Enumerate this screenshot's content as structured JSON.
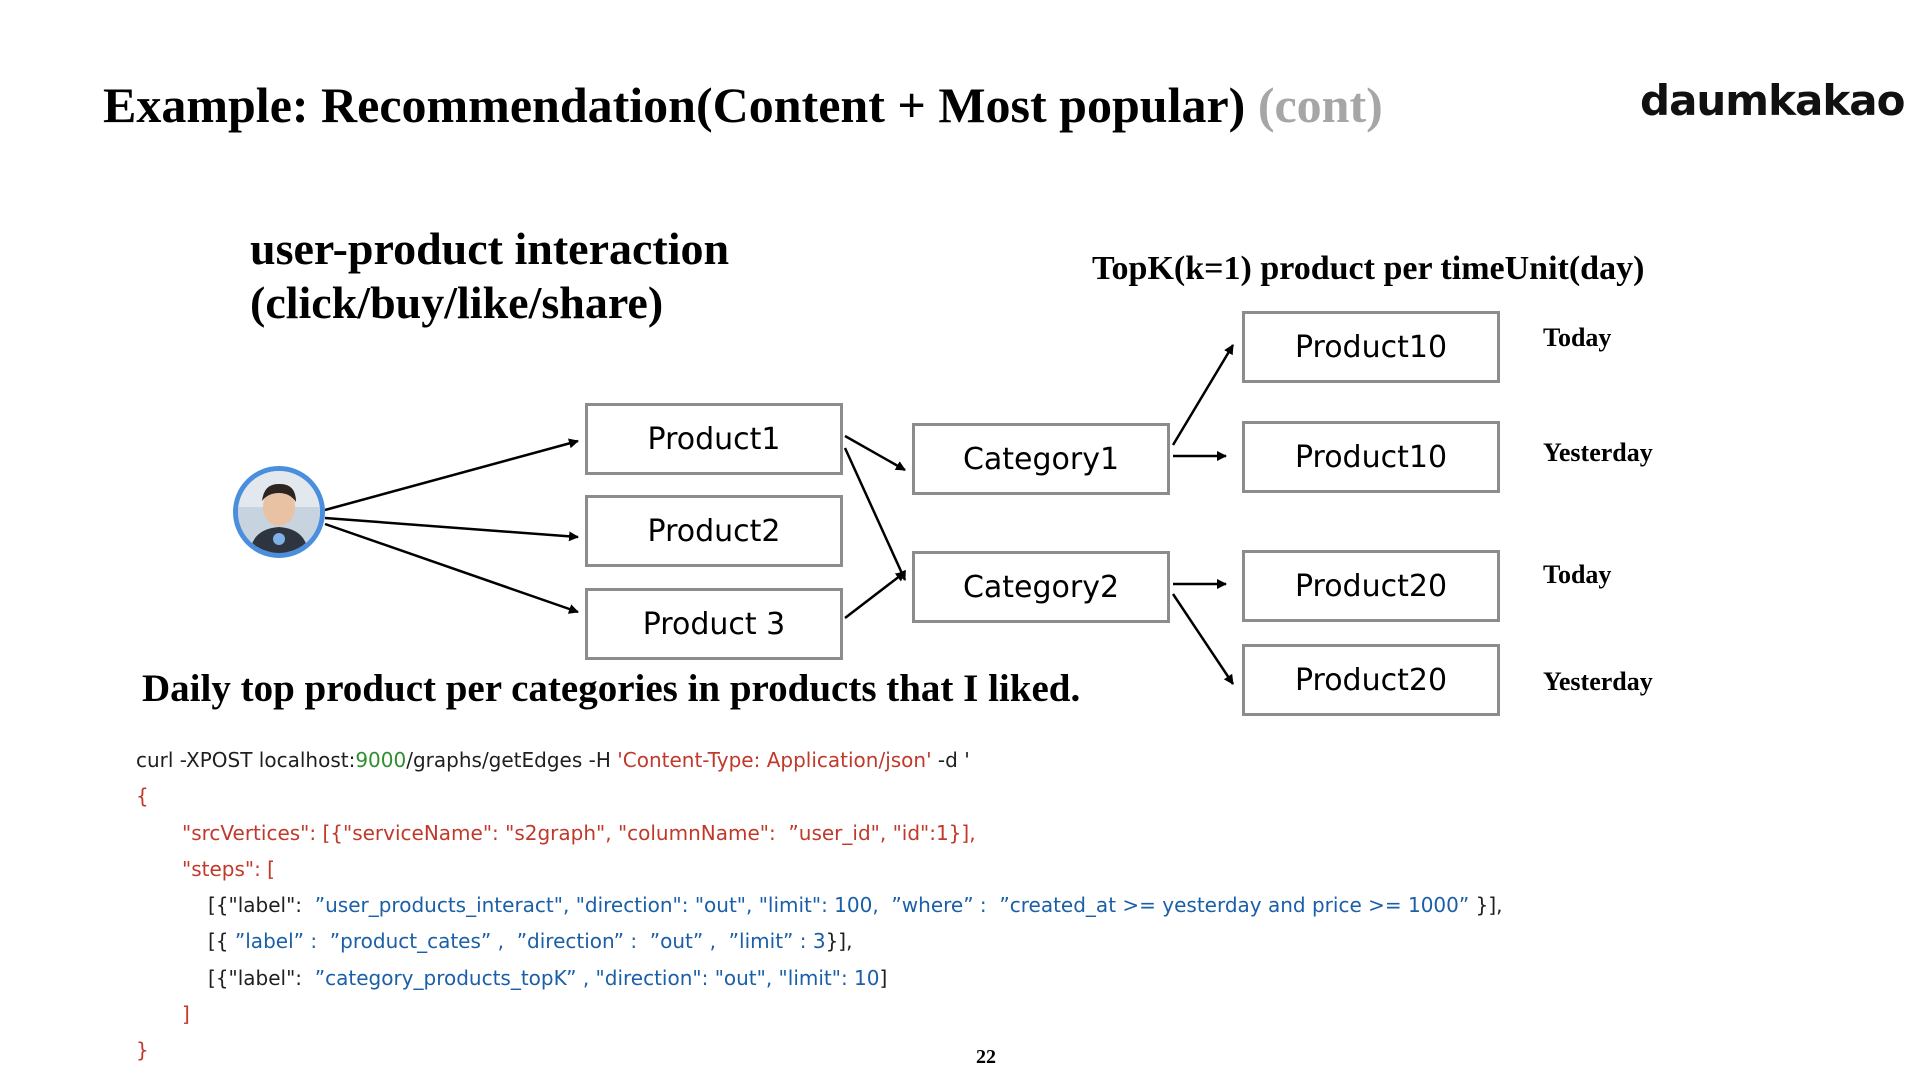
{
  "title": {
    "main": "Example: Recommendation(Content + Most popular)",
    "suffix": "(cont)"
  },
  "logo": "daumkakao",
  "headings": {
    "interaction_line1": "user-product interaction",
    "interaction_line2": "(click/buy/like/share)",
    "topk": "TopK(k=1) product per timeUnit(day)"
  },
  "diagram": {
    "products": [
      "Product1",
      "Product2",
      "Product 3"
    ],
    "categories": [
      "Category1",
      "Category2"
    ],
    "top_products": [
      "Product10",
      "Product10",
      "Product20",
      "Product20"
    ],
    "time_labels": [
      "Today",
      "Yesterday",
      "Today",
      "Yesterday"
    ]
  },
  "caption": "Daily top product per categories in products that I liked.",
  "code": {
    "line1": {
      "cmd": "curl -XPOST localhost:",
      "port": "9000",
      "path": "/graphs/getEdges -H ",
      "header": "'Content-Type: Application/json'",
      "tail": " -d '"
    },
    "line2": "{",
    "line3": "\"srcVertices\": [{\"serviceName\": \"s2graph\", \"columnName\":  ”user_id\", \"id\":1}],",
    "line4": "\"steps\": [",
    "line5": {
      "prefix": "[{\"label\":  ",
      "body": "”user_products_interact\", \"direction\": \"out\", \"limit\": 100,  ”where” :  ”created_at >= yesterday and price >= 1000”",
      "suffix": " }],"
    },
    "line6": {
      "prefix": "[{ ",
      "body": "”label” :  ”product_cates” ,  ”direction” :  ”out” ,  ”limit” : 3",
      "suffix": "}],"
    },
    "line7": {
      "prefix": "[{\"label\":  ",
      "body": "”category_products_topK” , \"direction\": \"out\", \"limit\": 10",
      "suffix": "]"
    },
    "line8": "]",
    "line9": "}"
  },
  "page_number": "22"
}
